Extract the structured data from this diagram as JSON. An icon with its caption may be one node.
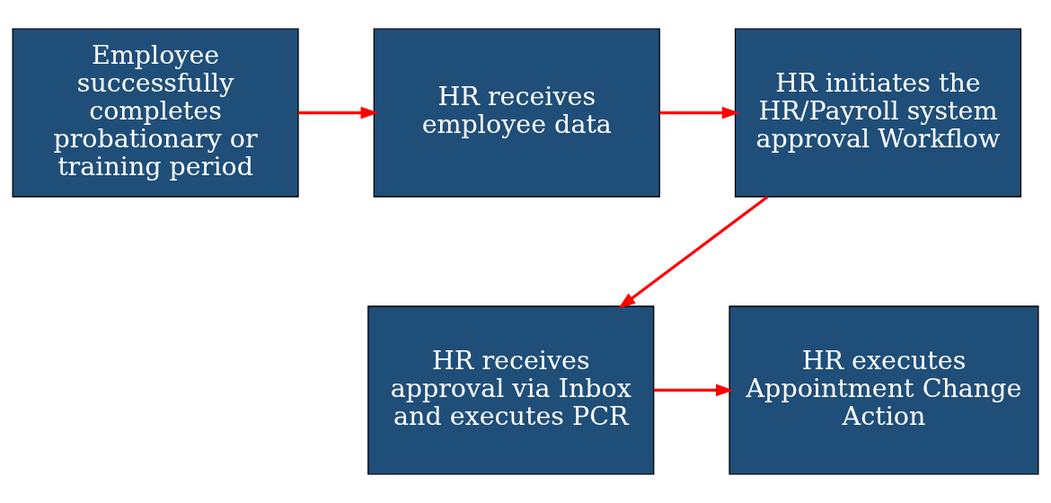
{
  "diagram": {
    "nodes": [
      {
        "text": [
          "Employee successfully completes probationary or training period"
        ]
      },
      {
        "text": [
          "HR receives employee data"
        ]
      },
      {
        "text": [
          "HR initiates the HR/Payroll system approval Workflow"
        ]
      },
      {
        "text": [
          "HR receives approval via Inbox and executes PCR"
        ]
      },
      {
        "text": [
          "HR executes Appointment Change Action"
        ]
      }
    ],
    "edges": [
      {
        "from": 0,
        "to": 1,
        "arrow": "to"
      },
      {
        "from": 1,
        "to": 2,
        "arrow": "to"
      },
      {
        "from": 2,
        "to": 3,
        "arrow": "to"
      },
      {
        "from": 3,
        "to": 4,
        "arrow": "to"
      }
    ]
  }
}
